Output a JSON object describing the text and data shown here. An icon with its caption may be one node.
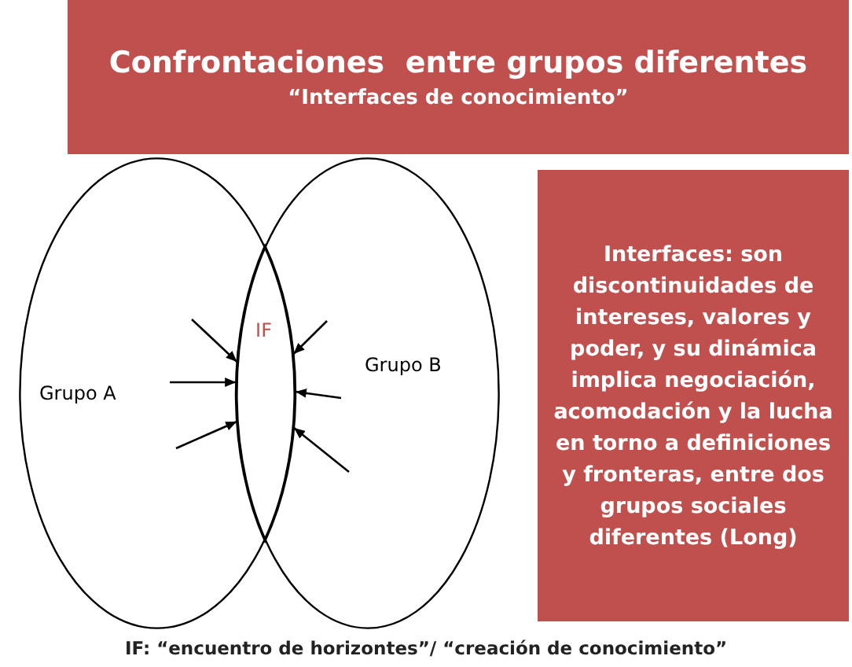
{
  "diagram": {
    "caption": "IF: “encuentro de horizontes”/ “creación de conocimiento”",
    "nodes": [
      {
        "text": [
          "Confrontaciones  entre grupos diferentes",
          "“Interfaces de conocimiento”"
        ]
      },
      {
        "text": [
          "Grupo A"
        ]
      },
      {
        "text": [
          "Grupo B"
        ]
      },
      {
        "text": [
          "IF"
        ]
      },
      {
        "text": [
          "Interfaces: son discontinuidades de intereses, valores y poder, y su dinámica implica negociación, acomodación y la lucha en torno a definiciones y fronteras, entre dos grupos sociales diferentes (Long)"
        ]
      }
    ],
    "edges": [
      {
        "from": 1,
        "to": 3,
        "arrow": "to"
      },
      {
        "from": 1,
        "to": 3,
        "arrow": "to"
      },
      {
        "from": 1,
        "to": 3,
        "arrow": "to"
      },
      {
        "from": 2,
        "to": 3,
        "arrow": "to"
      },
      {
        "from": 2,
        "to": 3,
        "arrow": "to"
      },
      {
        "from": 2,
        "to": 3,
        "arrow": "to"
      }
    ]
  }
}
